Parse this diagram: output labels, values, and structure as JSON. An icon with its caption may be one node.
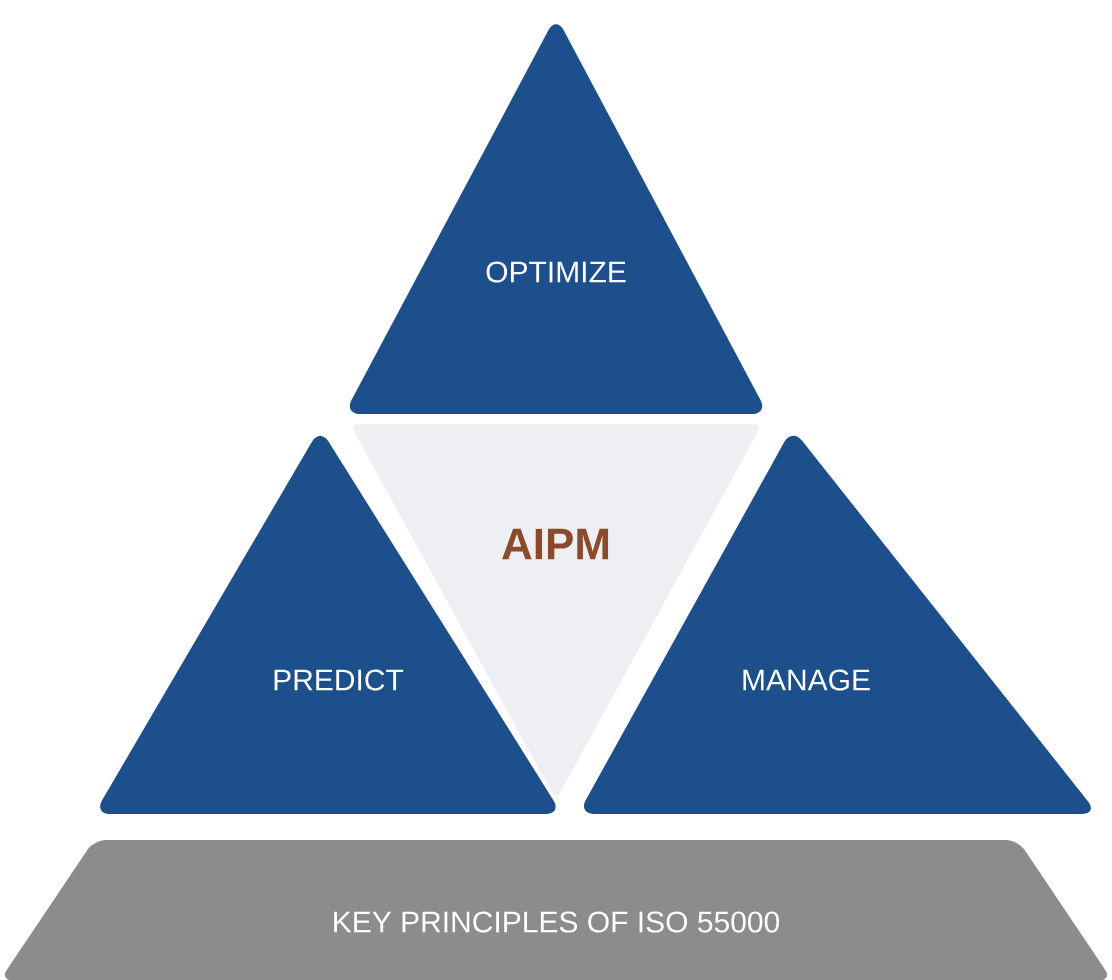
{
  "diagram": {
    "nodes": [
      {
        "text": [
          "OPTIMIZE"
        ]
      },
      {
        "text": [
          "AIPM"
        ]
      },
      {
        "text": [
          "PREDICT"
        ]
      },
      {
        "text": [
          "MANAGE"
        ]
      },
      {
        "text": [
          "KEY PRINCIPLES OF ISO 55000"
        ]
      }
    ]
  }
}
